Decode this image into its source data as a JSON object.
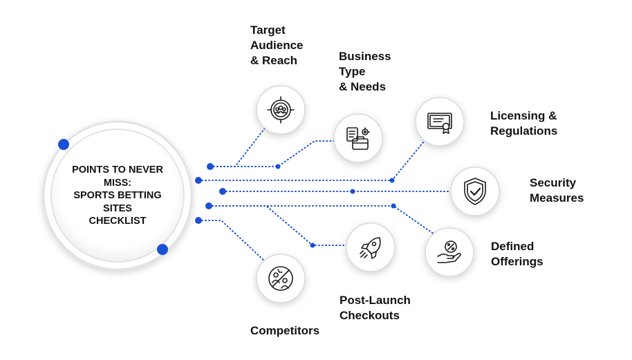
{
  "center": {
    "title": "POINTS TO NEVER\nMISS:\nSPORTS BETTING\nSITES\nCHECKLIST"
  },
  "points": [
    {
      "label": "Target\nAudience\n& Reach",
      "icon": "audience-target-icon"
    },
    {
      "label": "Business\nType\n& Needs",
      "icon": "briefcase-gear-icon"
    },
    {
      "label": "Licensing &\nRegulations",
      "icon": "certificate-icon"
    },
    {
      "label": "Security\nMeasures",
      "icon": "shield-check-icon"
    },
    {
      "label": "Defined\nOfferings",
      "icon": "hand-percent-icon"
    },
    {
      "label": "Post-Launch\nCheckouts",
      "icon": "rocket-icon"
    },
    {
      "label": "Competitors",
      "icon": "competitors-icon"
    }
  ],
  "colors": {
    "accent": "#1a4fd6",
    "ring": "#d9d9d9",
    "text": "#111111",
    "background": "#ffffff"
  }
}
